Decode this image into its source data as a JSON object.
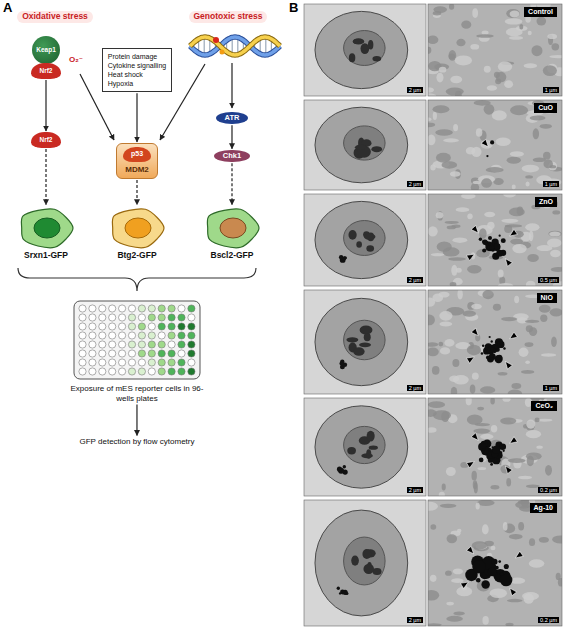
{
  "diagram": {
    "nodes": [
      {
        "text": [
          "Keap1"
        ]
      },
      {
        "text": [
          "Nrf2"
        ]
      },
      {
        "text": [
          "Protein damage",
          "Cytokine signalling",
          "Heat shock",
          "Hypoxia"
        ]
      },
      {
        "text": [
          "Nrf2"
        ]
      },
      {
        "text": [
          "MDM2"
        ]
      },
      {
        "text": [
          "p53"
        ],
        "in": 4
      },
      {
        "text": [
          "ATR"
        ]
      },
      {
        "text": [
          "Chk1"
        ]
      },
      {
        "text": [
          "Srxn1-GFP"
        ]
      },
      {
        "text": [
          "Btg2-GFP"
        ]
      },
      {
        "text": [
          "Bscl2-GFP"
        ]
      },
      {
        "text": [
          "Exposure of mES reporter cells in 96-wells plates"
        ]
      },
      {
        "text": [
          "GFP detection by flow cytometry"
        ]
      },
      {
        "text": [
          "Control"
        ]
      },
      {
        "text": [
          "CuO"
        ]
      },
      {
        "text": [
          "ZnO"
        ]
      },
      {
        "text": [
          "NiO"
        ]
      },
      {
        "text": [
          "CeO₂"
        ]
      },
      {
        "text": [
          "Ag-10"
        ]
      }
    ],
    "edges": [
      {
        "from": 1,
        "to": 3,
        "arrow": "to"
      },
      {
        "from": 3,
        "to": 8,
        "arrow": "to"
      },
      {
        "from": 2,
        "to": 4,
        "arrow": "to"
      },
      {
        "from": 6,
        "to": 7,
        "arrow": "to"
      },
      {
        "from": 4,
        "to": 9,
        "arrow": "to"
      },
      {
        "from": 7,
        "to": 10,
        "arrow": "to"
      },
      {
        "from": 11,
        "to": 12,
        "arrow": "to"
      }
    ],
    "labels": [
      "A",
      "Oxidative stress",
      "Genotoxic stress",
      "O₂⁻",
      "B",
      "2 µm",
      "1 µm",
      "2 µm",
      "1 µm",
      "2 µm",
      "0.5 µm",
      "2 µm",
      "1 µm",
      "2 µm",
      "0.2 µm",
      "2 µm",
      "0.2 µm"
    ]
  }
}
